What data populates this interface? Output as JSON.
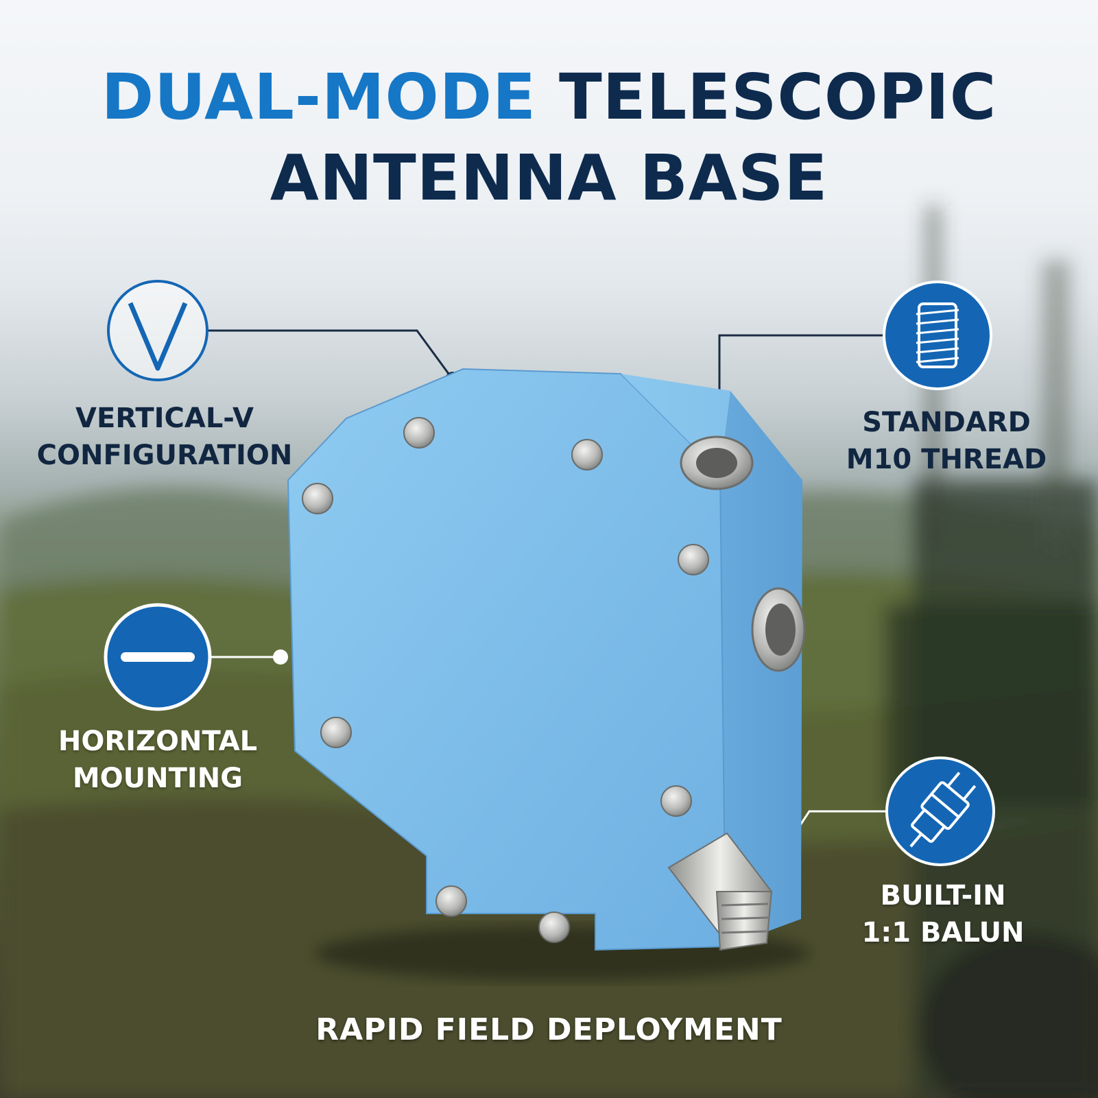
{
  "title": {
    "accent_text": "DUAL-MODE",
    "rest_text": " TELESCOPIC",
    "line2": "ANTENNA BASE"
  },
  "features": {
    "vertical": {
      "line1": "VERTICAL-V",
      "line2": "CONFIGURATION",
      "icon": "v-letter-icon"
    },
    "thread": {
      "line1": "STANDARD",
      "line2": "M10 THREAD",
      "icon": "screw-thread-icon"
    },
    "horizontal": {
      "line1": "HORIZONTAL",
      "line2": "MOUNTING",
      "icon": "horizontal-bar-icon"
    },
    "balun": {
      "line1": "BUILT-IN",
      "line2": "1:1 BALUN",
      "icon": "coax-connector-icon"
    }
  },
  "footer": {
    "caption": "RAPID FIELD DEPLOYMENT"
  },
  "colors": {
    "accent_blue": "#1677c6",
    "navy": "#0e2b4e",
    "icon_blue": "#1466b5",
    "device_blue": "#7fbde8"
  }
}
